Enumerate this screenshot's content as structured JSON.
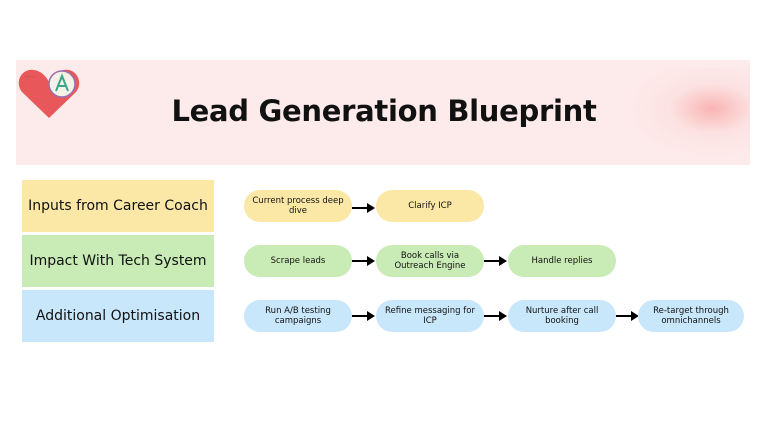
{
  "title": "Lead Generation Blueprint",
  "colors": {
    "banner": "#fdeaea",
    "yellow": "#fbe8a6",
    "green": "#c9ebb5",
    "blue": "#c9e7fb",
    "heart": "#e8585a"
  },
  "rows": [
    {
      "label": "Inputs from Career Coach",
      "steps": [
        "Current process deep dive",
        "Clarify ICP"
      ]
    },
    {
      "label": "Impact With Tech System",
      "steps": [
        "Scrape leads",
        "Book calls via Outreach Engine",
        "Handle replies"
      ]
    },
    {
      "label": "Additional Optimisation",
      "steps": [
        "Run A/B testing campaigns",
        "Refine messaging for ICP",
        "Nurture after call booking",
        "Re-target through omnichannels"
      ]
    }
  ]
}
